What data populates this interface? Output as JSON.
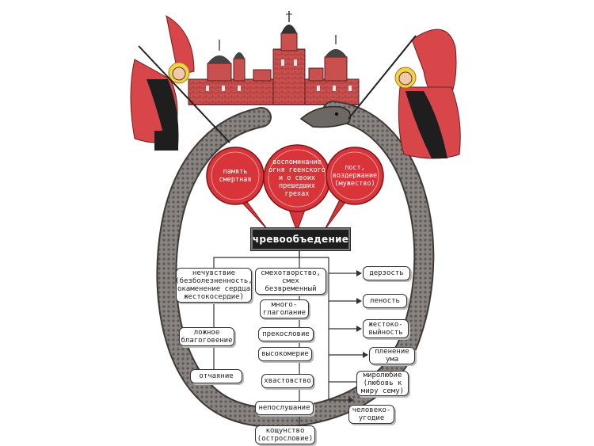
{
  "diagram": {
    "central": "чревообъедение",
    "remedies": [
      "память\nсмертная",
      "воспоминание\nогня геенского\nи о своих\nпрешедших\nгрехах",
      "пост,\nвоздержание\n(мужество)"
    ],
    "left_branch": [
      "нечувствие\n(безболезненность,\nокаменение сердца\nжестокосердие)",
      "ложное\nблагоговение",
      "отчаяние"
    ],
    "center_branch": [
      "смехотворство,\nсмех\nбезвременный",
      "много-\nглаголание",
      "прекословие",
      "высокомерие",
      "хвастовство",
      "непослушание",
      "кощунство\n(острословие)"
    ],
    "right_branch": [
      "дерзость",
      "леность",
      "жестоко-\nвыйность",
      "пленение\nума",
      "миролюбие\n(любовь к\nмиру сему)",
      "человеко-\nугодие"
    ]
  },
  "colors": {
    "bubble_red": "#d8343a",
    "angel_red": "#d9464a",
    "serpent_gray": "#7a7470",
    "ink": "#222222"
  }
}
